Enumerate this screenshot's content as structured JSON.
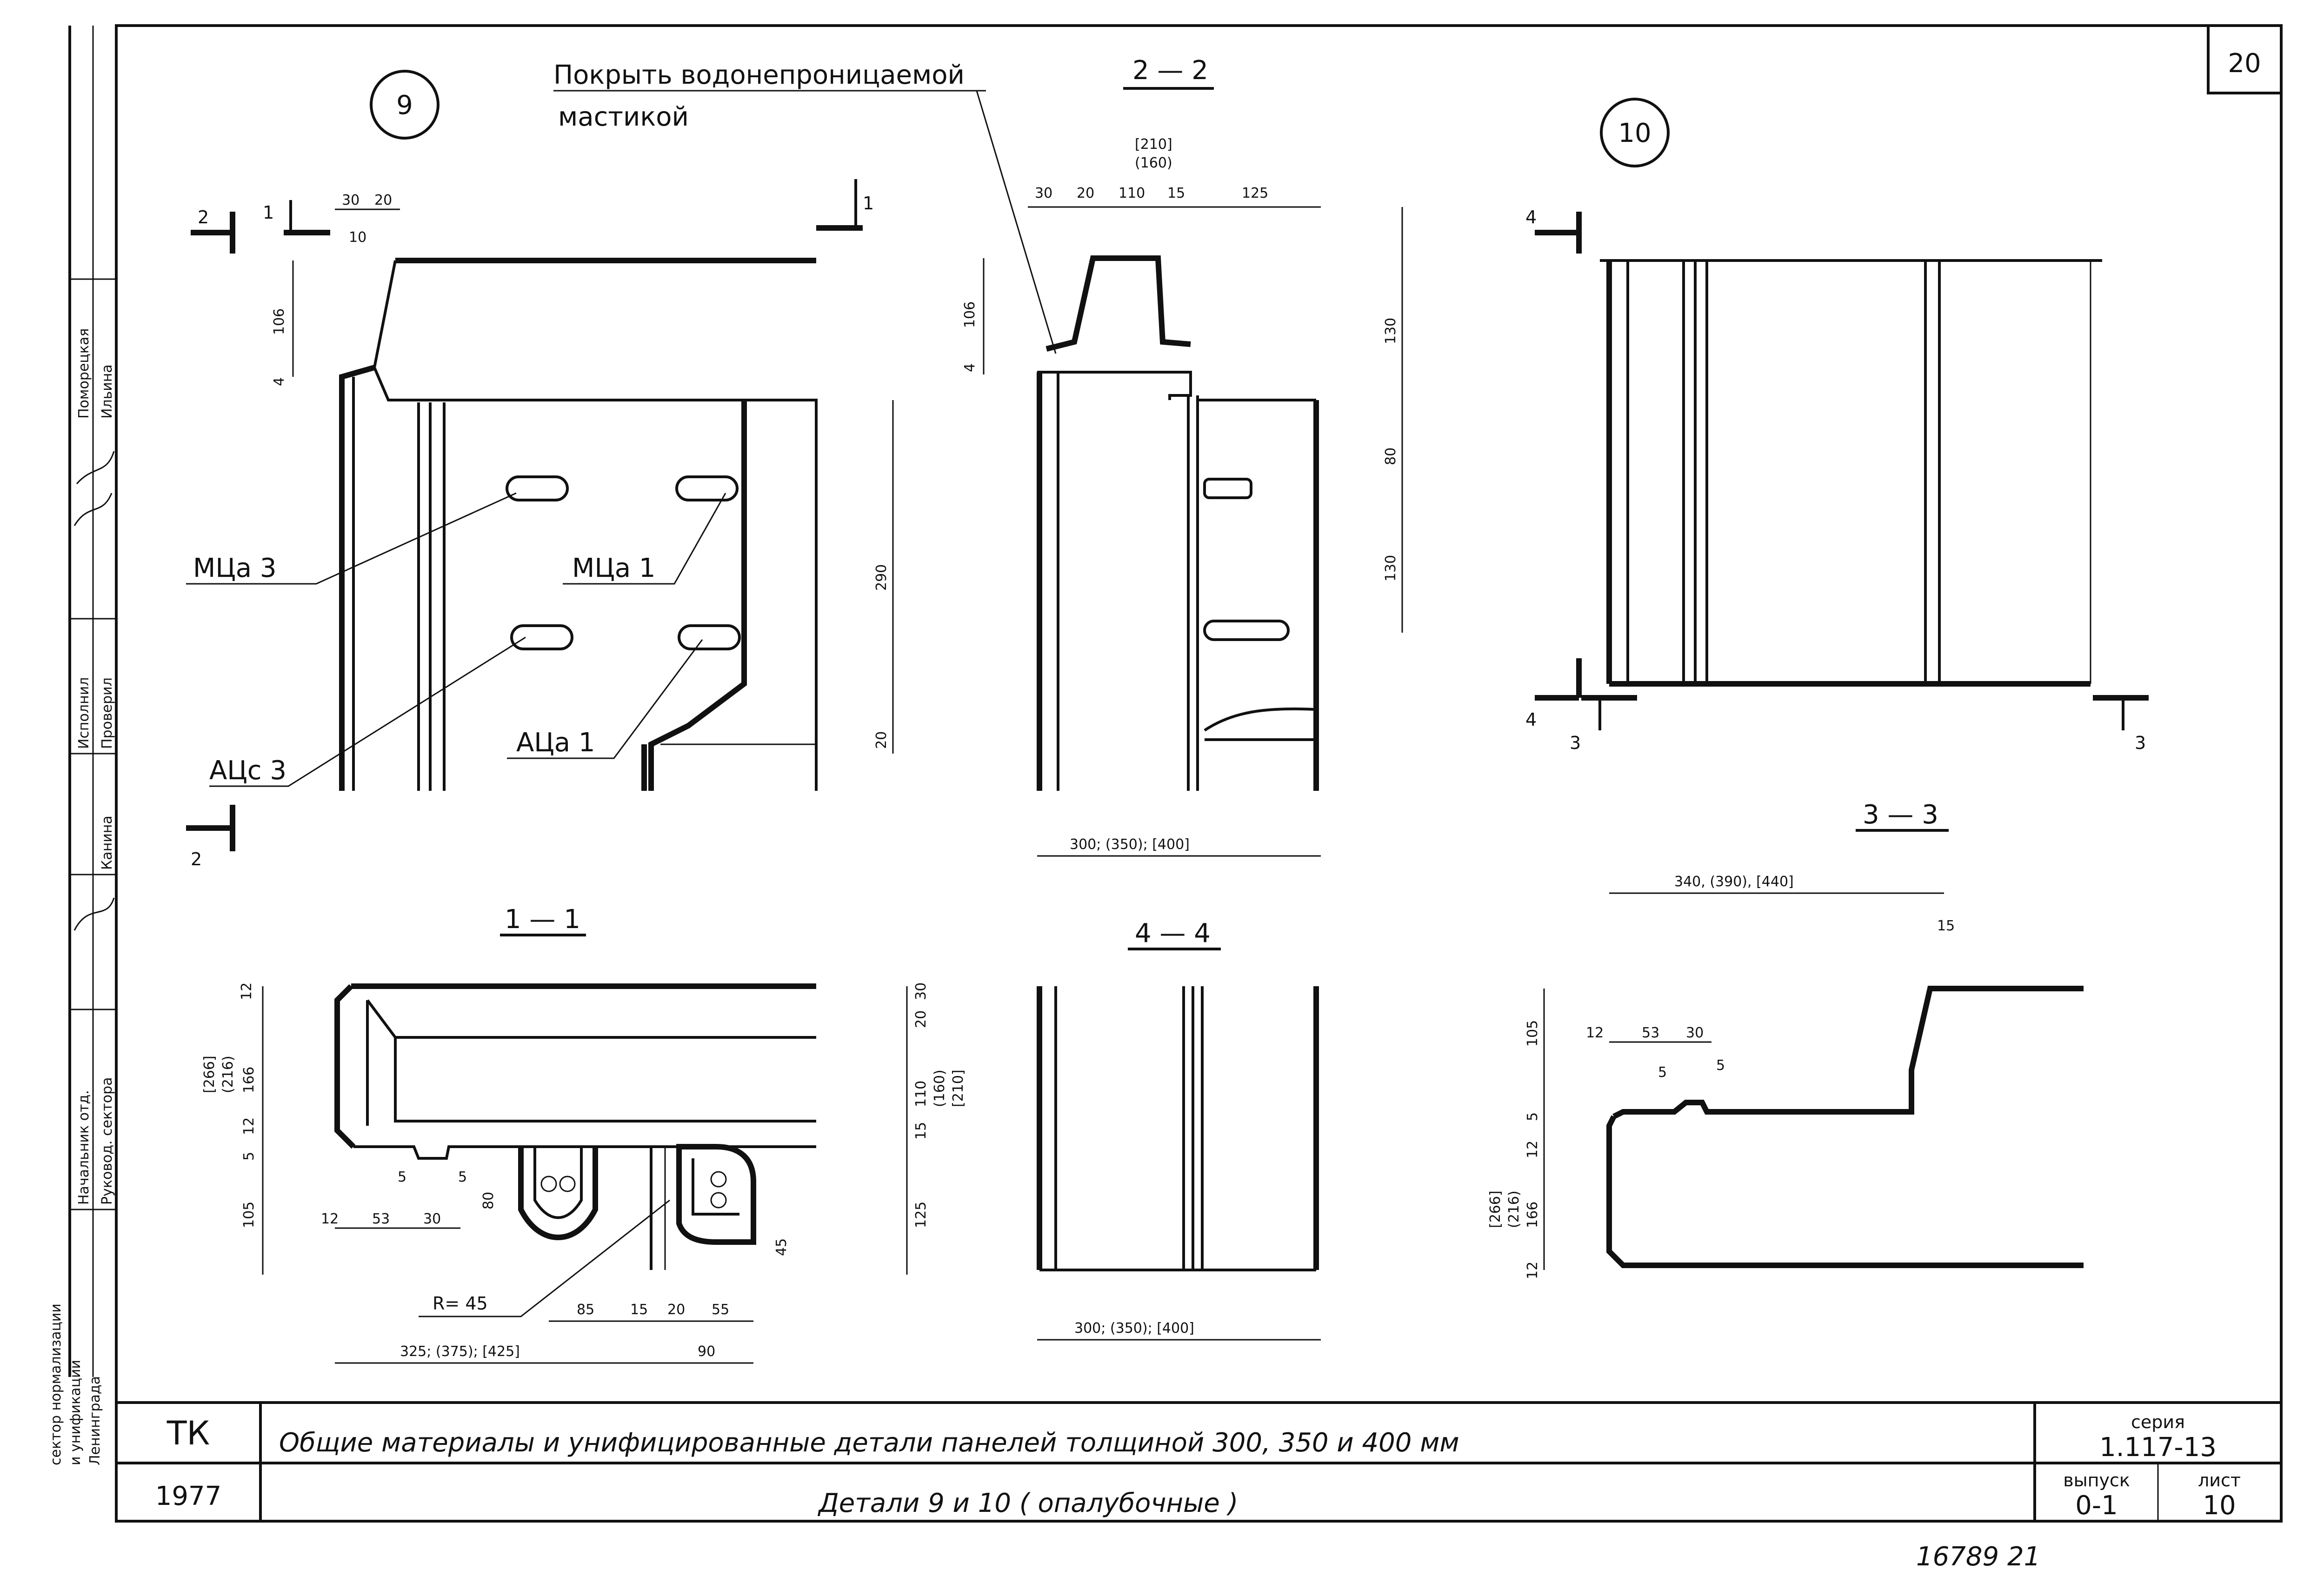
{
  "sheet": {
    "number": "20",
    "bottom_note": "16789  21"
  },
  "stamp": {
    "org_lines": [
      "сектор нормализации",
      "и унификации",
      "Ленинграда"
    ],
    "roles": [
      "Начальник отд.",
      "Руковод. сектора",
      "Исполнил",
      "Проверил"
    ],
    "names": [
      "Канина",
      "Ильина",
      "Поморецкая"
    ],
    "mark": "ТК",
    "year": "1977",
    "title_main": "Общие  материалы  и  унифицированные  детали  панелей  толщиной  300, 350 и 400 мм",
    "title_sub": "Детали  9  и  10  ( опалубочные )",
    "series_label": "серия",
    "series_value": "1.117-13",
    "issue_label": "выпуск",
    "issue_value": "0-1",
    "sheet_label": "лист",
    "sheet_value": "10"
  },
  "details": {
    "detail_9": "9",
    "detail_10": "10",
    "note_line1": "Покрыть водонепроницаемой",
    "note_line2": "мастикой",
    "section_2_2": "2 — 2",
    "section_1_1": "1 — 1",
    "section_4_4": "4 — 4",
    "section_3_3": "3 — 3",
    "labels": {
      "mca3": "МЦа 3",
      "mca1": "МЦа 1",
      "acs3": "АЦс 3",
      "aca1": "АЦа 1",
      "radius": "R= 45"
    },
    "cut_marks": {
      "one": "1",
      "two": "2",
      "three": "3",
      "four": "4"
    },
    "dims_view9": [
      "30",
      "20",
      "10",
      "106",
      "4",
      "290",
      "20"
    ],
    "dims_2_2": [
      "[210]",
      "(160)",
      "30",
      "20",
      "110",
      "15",
      "125",
      "106",
      "4",
      "130",
      "80",
      "130",
      "300; (350); [400]"
    ],
    "dims_1_1": [
      "12",
      "[266]",
      "(216)",
      "166",
      "12",
      "5",
      "105",
      "20",
      "30",
      "110",
      "(160)",
      "[210]",
      "15",
      "125",
      "5",
      "5",
      "12",
      "53",
      "30",
      "80",
      "45",
      "85",
      "15",
      "20",
      "55",
      "325; (375); [425]",
      "90"
    ],
    "dims_4_4": [
      "300; (350); [400]"
    ],
    "dims_3_3": [
      "340, (390), [440]",
      "15",
      "105",
      "12",
      "53",
      "30",
      "5",
      "5",
      "5",
      "12",
      "[266]",
      "(216)",
      "166",
      "12"
    ]
  }
}
